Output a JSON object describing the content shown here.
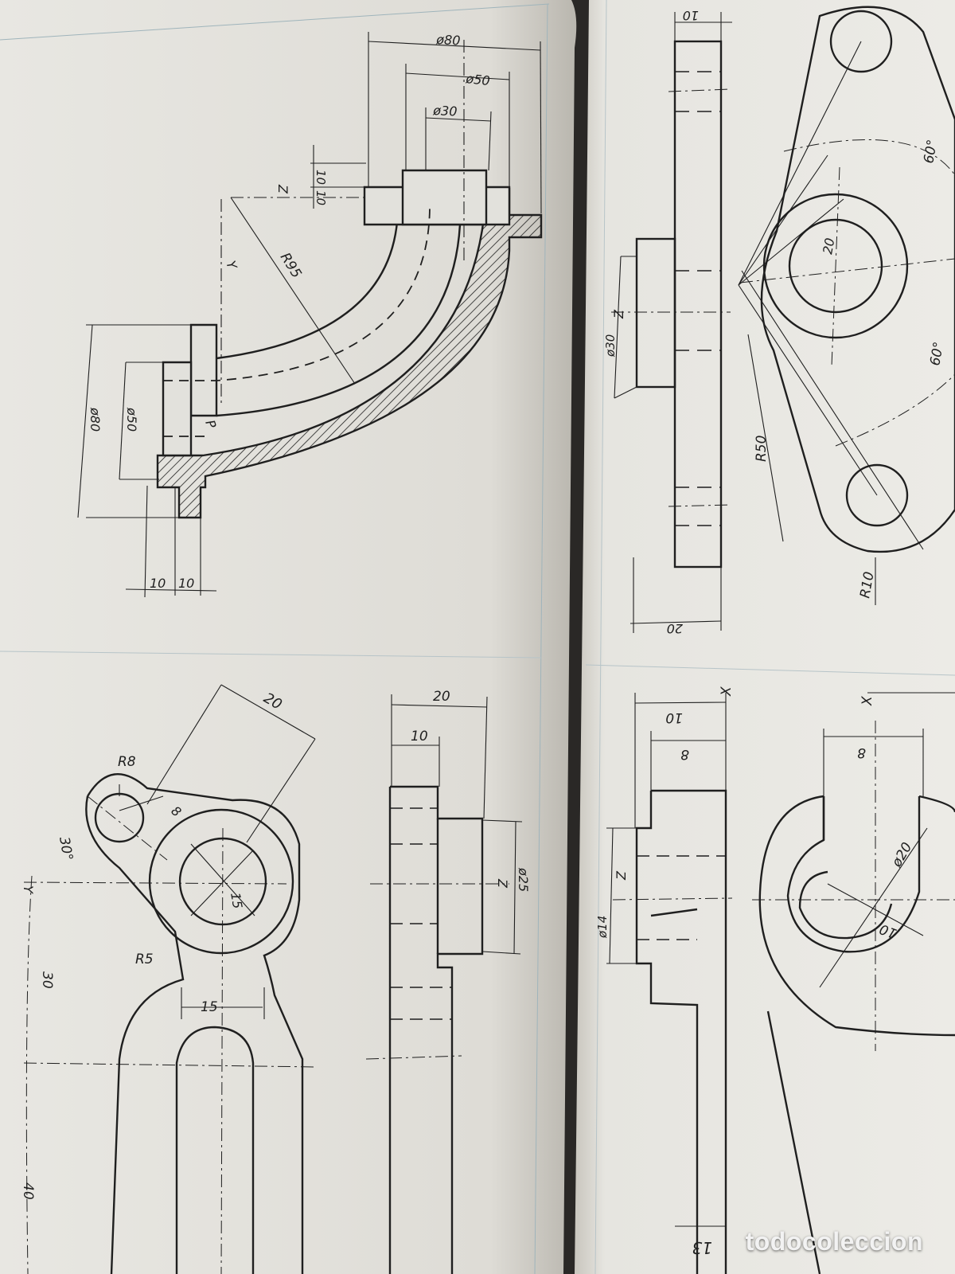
{
  "colors": {
    "paper_left": "#e4e3de",
    "paper_right": "#e9e8e3",
    "ink": "#1f1f1f",
    "spine": "#2a2826"
  },
  "watermark": "todocoleccion",
  "top_left_drawing": {
    "labels": {
      "d80_top": "ø80",
      "d50_top": "ø50",
      "d30_top": "ø30",
      "t1": "10",
      "t2": "10",
      "z": "Z",
      "y": "Y",
      "r95": "R95",
      "d80_left": "ø80",
      "d50_left": "ø50",
      "p": "P",
      "b1": "10",
      "b2": "10"
    }
  },
  "top_right_drawing": {
    "labels": {
      "top10": "10",
      "z": "Z",
      "d30": "ø30",
      "bottom20": "20",
      "d20": "20",
      "a1": "60°",
      "a2": "60°",
      "r50": "R50",
      "r10": "R10"
    }
  },
  "bottom_left_drawing": {
    "labels": {
      "top20": "20",
      "r8": "R8",
      "w8": "8",
      "a30": "30°",
      "y": "Y",
      "d15": "15",
      "r5": "R5",
      "w15": "15",
      "v30": "30",
      "v40": "40"
    }
  },
  "bottom_middle_drawing": {
    "labels": {
      "top20": "20",
      "top10": "10",
      "z": "Z",
      "d25": "ø25"
    }
  },
  "bottom_right_drawing": {
    "labels": {
      "top10": "10",
      "top8": "8",
      "x1": "X",
      "z": "Z",
      "d14": "ø14",
      "x2": "X",
      "w8": "8",
      "d20": "ø20",
      "r10": "10",
      "edge": "13"
    }
  }
}
